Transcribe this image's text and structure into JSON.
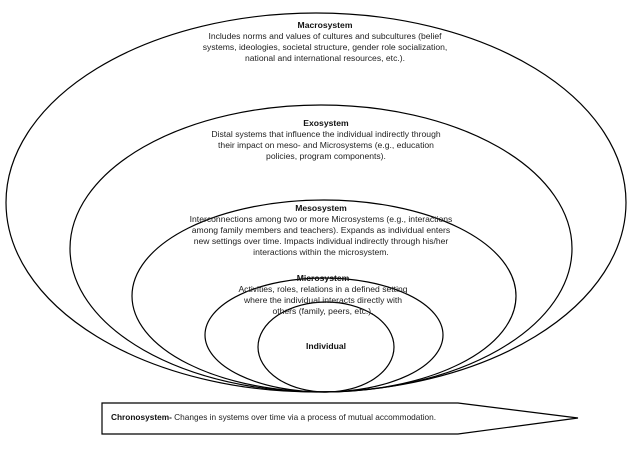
{
  "diagram": {
    "systems": [
      {
        "id": "macrosystem",
        "title": "Macrosystem",
        "description": "Includes norms and values of cultures and subcultures (belief systems, ideologies, societal structure, gender role socialization, national and international resources, etc.)."
      },
      {
        "id": "exosystem",
        "title": "Exosystem",
        "description": "Distal systems that influence the individual indirectly through their impact on meso- and Microsystems (e.g., education policies, program components)."
      },
      {
        "id": "mesosystem",
        "title": "Mesosystem",
        "description": "Interconnections among two or more Microsystems (e.g., interactions among family members and teachers). Expands as individual enters new settings over time. Impacts individual indirectly through his/her interactions within the microsystem."
      },
      {
        "id": "microsystem",
        "title": "Microsystem",
        "description": "Activities, roles, relations in a defined setting where the individual interacts directly with others (family, peers, etc.)."
      },
      {
        "id": "individual",
        "title": "Individual"
      }
    ],
    "chronosystem": {
      "title": "Chronosystem-",
      "description": " Changes in systems over time via a process of mutual accommodation."
    },
    "colors": {
      "stroke": "#000000",
      "fill": "#ffffff",
      "text": "#222222"
    }
  }
}
